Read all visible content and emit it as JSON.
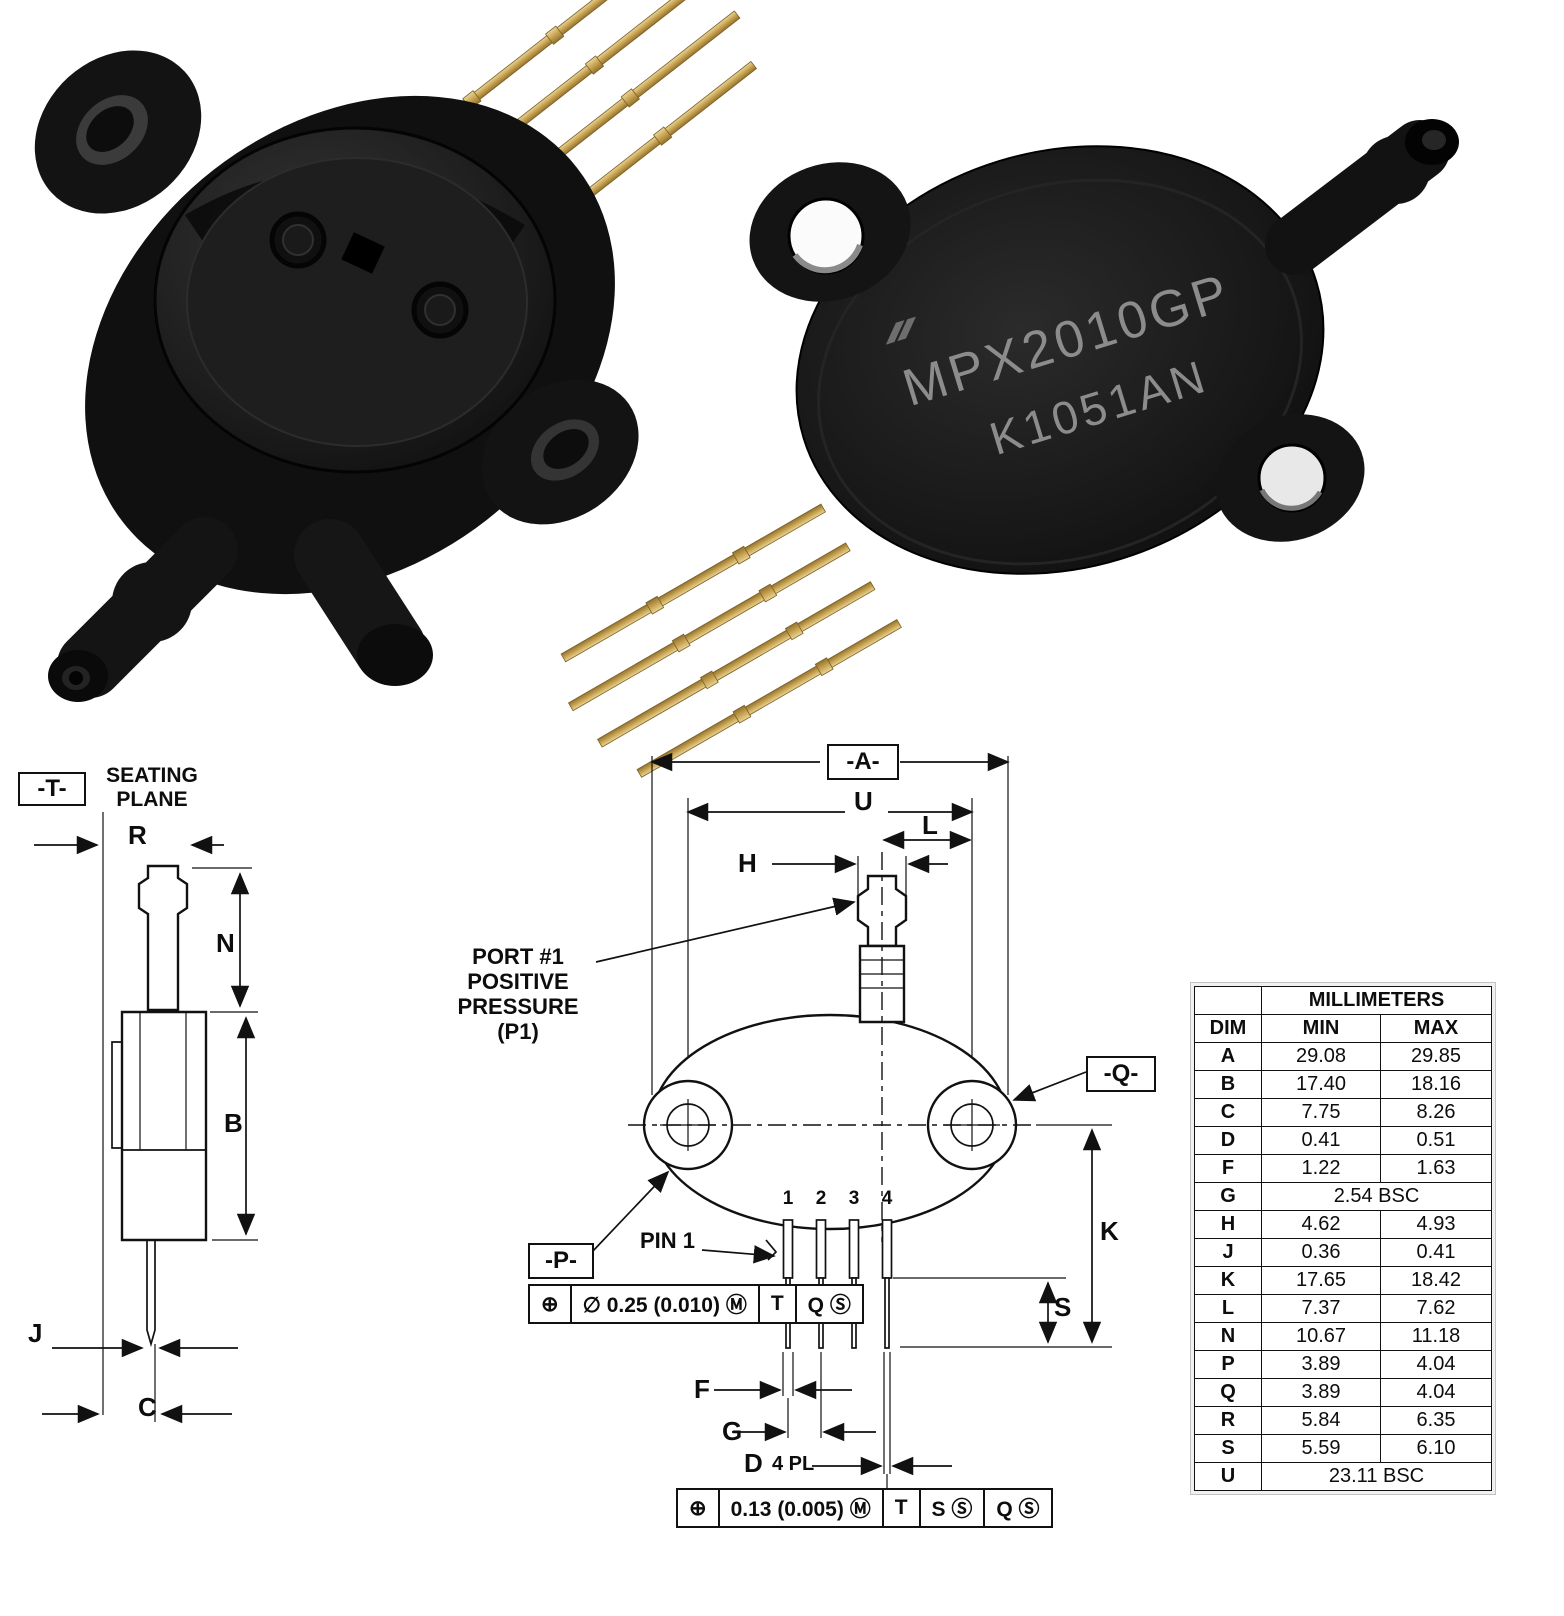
{
  "product_photos": {
    "marking_line1": "MPX2010GP",
    "marking_line2": "K1051AN"
  },
  "side_view": {
    "datum_t": "-T-",
    "seating_plane": "SEATING PLANE",
    "dim_r": "R",
    "dim_n": "N",
    "dim_b": "B",
    "dim_j": "J",
    "dim_c": "C"
  },
  "front_view": {
    "datum_a": "-A-",
    "datum_p": "-P-",
    "datum_q": "-Q-",
    "dim_u": "U",
    "dim_l": "L",
    "dim_h": "H",
    "dim_k": "K",
    "dim_s": "S",
    "dim_f": "F",
    "dim_g": "G",
    "dim_d": "D",
    "dim_d_qty": "4 PL",
    "port_callout": [
      "PORT #1",
      "POSITIVE",
      "PRESSURE",
      "(P1)"
    ],
    "pin_callout": "PIN 1",
    "pin_numbers": [
      "1",
      "2",
      "3",
      "4"
    ],
    "fcf_p": [
      "⊕",
      "∅ 0.25 (0.010) Ⓜ",
      "T",
      "Q Ⓢ"
    ],
    "fcf_d": [
      "⊕",
      "0.13 (0.005) Ⓜ",
      "T",
      "S Ⓢ",
      "Q Ⓢ"
    ]
  },
  "dim_table": {
    "group_header": "MILLIMETERS",
    "col_dim": "DIM",
    "col_min": "MIN",
    "col_max": "MAX",
    "rows": [
      {
        "dim": "A",
        "min": "29.08",
        "max": "29.85"
      },
      {
        "dim": "B",
        "min": "17.40",
        "max": "18.16"
      },
      {
        "dim": "C",
        "min": "7.75",
        "max": "8.26"
      },
      {
        "dim": "D",
        "min": "0.41",
        "max": "0.51"
      },
      {
        "dim": "F",
        "min": "1.22",
        "max": "1.63"
      },
      {
        "dim": "G",
        "span": "2.54 BSC"
      },
      {
        "dim": "H",
        "min": "4.62",
        "max": "4.93"
      },
      {
        "dim": "J",
        "min": "0.36",
        "max": "0.41"
      },
      {
        "dim": "K",
        "min": "17.65",
        "max": "18.42"
      },
      {
        "dim": "L",
        "min": "7.37",
        "max": "7.62"
      },
      {
        "dim": "N",
        "min": "10.67",
        "max": "11.18"
      },
      {
        "dim": "P",
        "min": "3.89",
        "max": "4.04"
      },
      {
        "dim": "Q",
        "min": "3.89",
        "max": "4.04"
      },
      {
        "dim": "R",
        "min": "5.84",
        "max": "6.35"
      },
      {
        "dim": "S",
        "min": "5.59",
        "max": "6.10"
      },
      {
        "dim": "U",
        "span": "23.11 BSC"
      }
    ]
  }
}
